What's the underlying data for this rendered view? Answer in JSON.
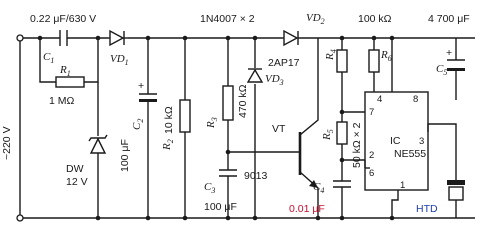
{
  "labels": {
    "c1_value": "0.22 μF/630 V",
    "c1_ref": "C",
    "c1_sub": "1",
    "vd1_ref": "VD",
    "vd1_sub": "1",
    "r1_ref": "R",
    "r1_sub": "1",
    "r1_value": "1 MΩ",
    "mains_voltage": "~220 V",
    "dw_ref": "DW",
    "dw_value": "12 V",
    "c2_value": "100 μF",
    "c2_ref": "C",
    "c2_sub": "2",
    "c2_plus": "+",
    "r2_ref": "R",
    "r2_sub": "2",
    "r2_value": "10 kΩ",
    "rectifier_note": "1N4007 × 2",
    "r3_ref": "R",
    "r3_sub": "3",
    "r3_value": "470 kΩ",
    "vd3_part": "2AP17",
    "vd3_ref": "VD",
    "vd3_sub": "3",
    "vd2_ref": "VD",
    "vd2_sub": "2",
    "vt_ref": "VT",
    "vt_part": "9013",
    "c3_ref": "C",
    "c3_sub": "3",
    "c3_value": "100 μF",
    "r4_ref": "R",
    "r4_sub": "4",
    "r5_ref": "R",
    "r5_sub": "5",
    "r45_value": "50 kΩ × 2",
    "r6_ref": "R",
    "r6_sub": "6",
    "r6_value": "100 kΩ",
    "c4_ref": "C",
    "c4_sub": "4",
    "c4_value": "0.01 μF",
    "ic_ref": "IC",
    "ic_part": "NE555",
    "pin_4": "4",
    "pin_8": "8",
    "pin_7": "7",
    "pin_2": "2",
    "pin_6": "6",
    "pin_3": "3",
    "pin_1": "1",
    "c5_value": "4 700 μF",
    "c5_ref": "C",
    "c5_sub": "5",
    "c5_plus": "+",
    "htd_ref": "HTD"
  },
  "colors": {
    "wire": "#1a1a1a",
    "c4_value_text": "#c8102e",
    "buzzer_text": "#1f3fae"
  }
}
